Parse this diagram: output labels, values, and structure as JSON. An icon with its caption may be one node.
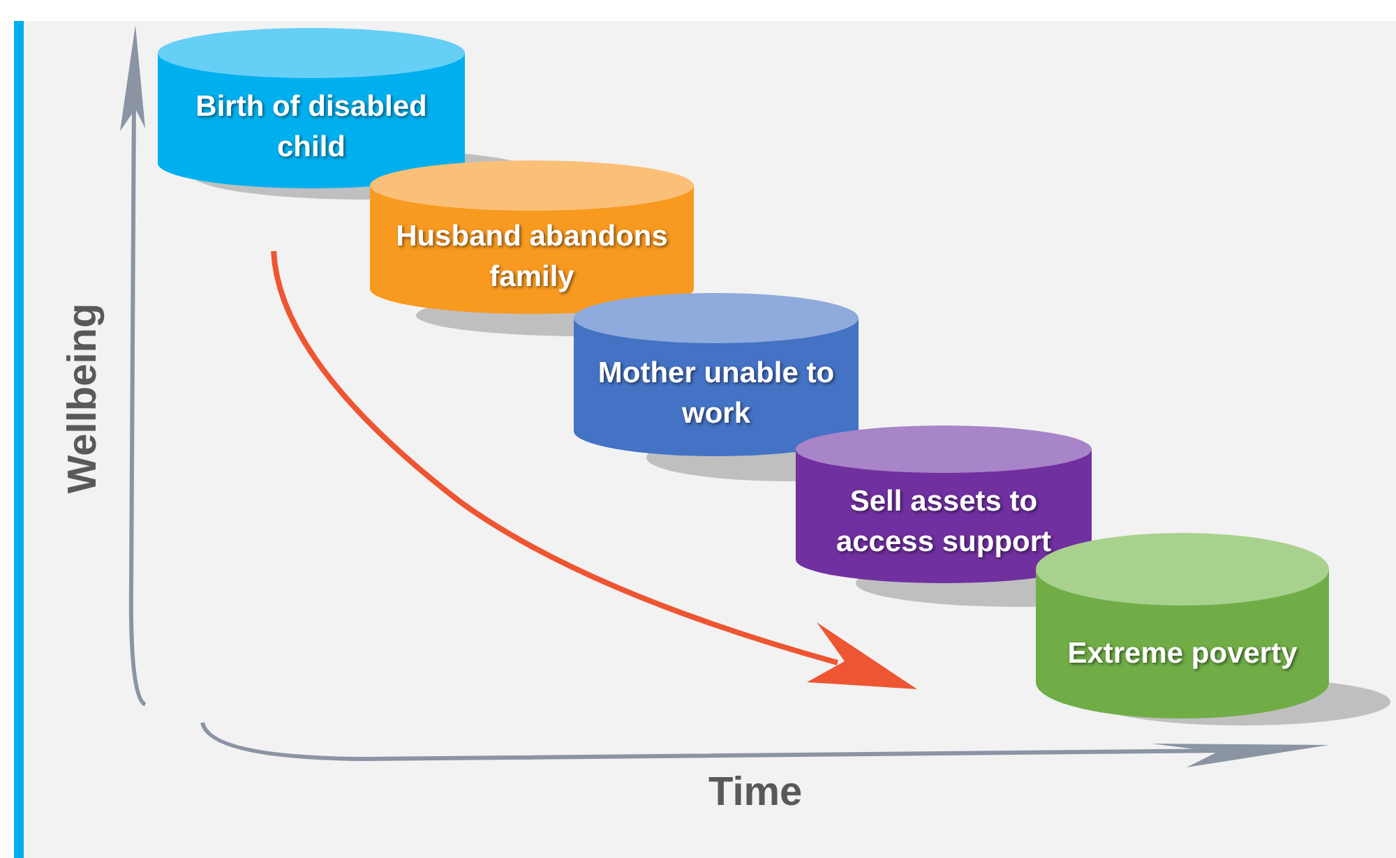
{
  "diagram": {
    "nodes": [
      {
        "text": [
          "Birth of disabled child"
        ]
      },
      {
        "text": [
          "Husband abandons family"
        ]
      },
      {
        "text": [
          "Mother unable to work"
        ]
      },
      {
        "text": [
          "Sell assets to access support"
        ]
      },
      {
        "text": [
          "Extreme poverty"
        ]
      }
    ],
    "labels": [
      "Wellbeing",
      "Time"
    ]
  }
}
